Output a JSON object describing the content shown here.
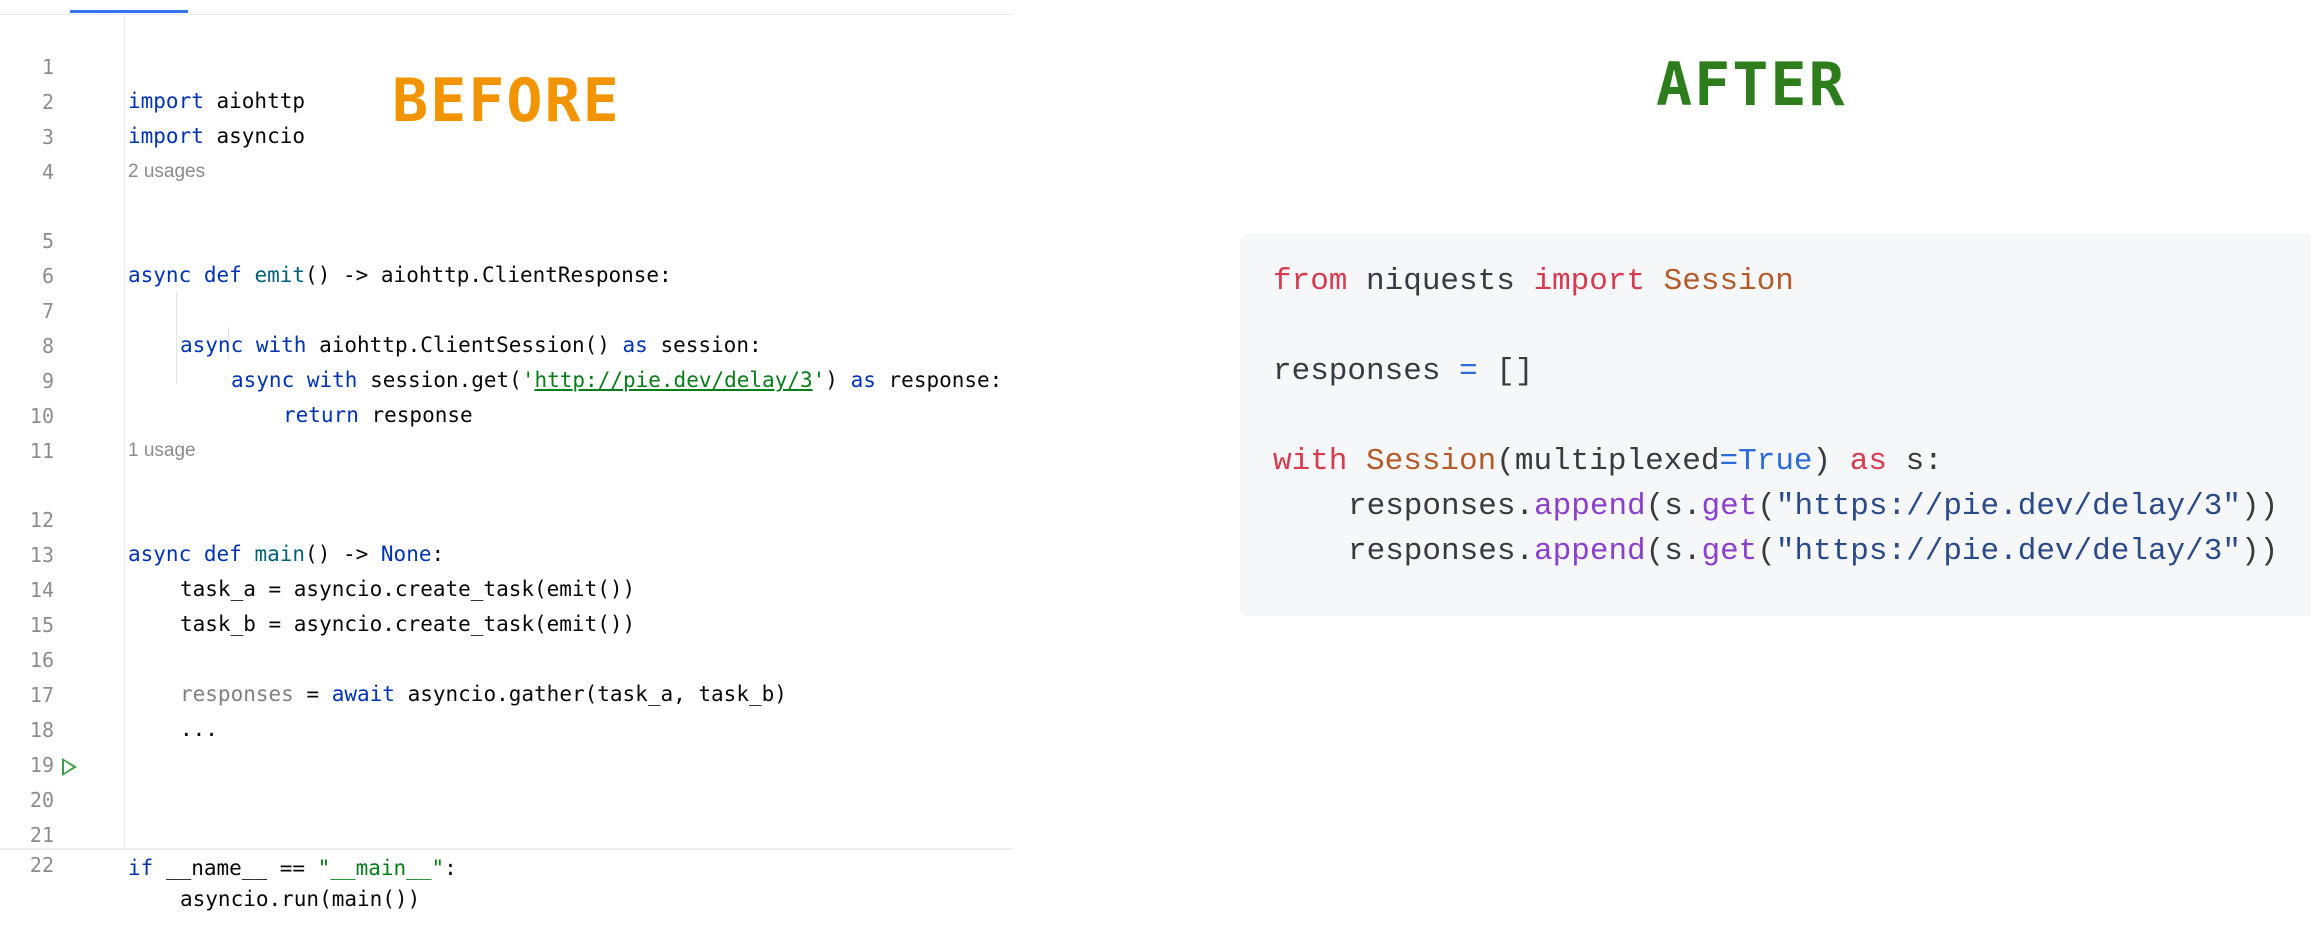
{
  "labels": {
    "before": "BEFORE",
    "after": "AFTER"
  },
  "editor": {
    "line_numbers": [
      "1",
      "2",
      "3",
      "4",
      "5",
      "6",
      "7",
      "8",
      "9",
      "10",
      "11",
      "12",
      "13",
      "14",
      "15",
      "16",
      "17",
      "18",
      "19",
      "20",
      "21",
      "22"
    ],
    "usages": {
      "emit": "2 usages",
      "main": "1 usage"
    },
    "code": {
      "l1": {
        "kw": "import",
        "rest": " aiohttp"
      },
      "l2": {
        "kw": "import",
        "rest": " asyncio"
      },
      "l5": {
        "kw1": "async",
        "kw2": "def",
        "fn": "emit",
        "rest": "() -> aiohttp.ClientResponse:"
      },
      "l7": {
        "kw1": "async",
        "kw2": "with",
        "mid": " aiohttp.ClientSession() ",
        "kw3": "as",
        "rest": " session:"
      },
      "l8": {
        "kw1": "async",
        "kw2": "with",
        "mid": " session.get(",
        "q1": "'",
        "url": "http://pie.dev/delay/3",
        "q2": "'",
        "mid2": ") ",
        "kw3": "as",
        "rest": " response:"
      },
      "l9": {
        "kw": "return",
        "rest": " response"
      },
      "l12": {
        "kw1": "async",
        "kw2": "def",
        "fn": "main",
        "mid": "() -> ",
        "kw3": "None",
        "rest": ":"
      },
      "l13": "task_a = asyncio.create_task(emit())",
      "l14": "task_b = asyncio.create_task(emit())",
      "l16": {
        "var": "responses",
        "mid": " = ",
        "kw": "await",
        "rest": " asyncio.gather(task_a, task_b)"
      },
      "l17": "...",
      "l20": {
        "kw": "if",
        "mid": " __name__ == ",
        "str": "\"__main__\"",
        "rest": ":"
      },
      "l22": "asyncio.run(main())"
    }
  },
  "snippet": {
    "l1": {
      "kw1": "from",
      "mod": " niquests ",
      "kw2": "import",
      "cls": " Session"
    },
    "l3": {
      "var": "responses ",
      "op": "=",
      "rest": " []"
    },
    "l5": {
      "kw1": "with",
      "cls": " Session",
      "p1": "(multiplexed",
      "op": "=",
      "bool": "True",
      "p2": ") ",
      "kw2": "as",
      "rest": " s:"
    },
    "l6": {
      "obj": "responses.",
      "meth": "append",
      "p1": "(s.",
      "meth2": "get",
      "p2": "(",
      "str": "\"https://pie.dev/delay/3\"",
      "p3": "))"
    },
    "l7": {
      "obj": "responses.",
      "meth": "append",
      "p1": "(s.",
      "meth2": "get",
      "p2": "(",
      "str": "\"https://pie.dev/delay/3\"",
      "p3": "))"
    }
  },
  "colors": {
    "before_label": "#f29400",
    "after_label": "#2e7d1c",
    "run_icon": "#3f9c4b"
  },
  "icons": {
    "run": "run-gutter-icon"
  }
}
